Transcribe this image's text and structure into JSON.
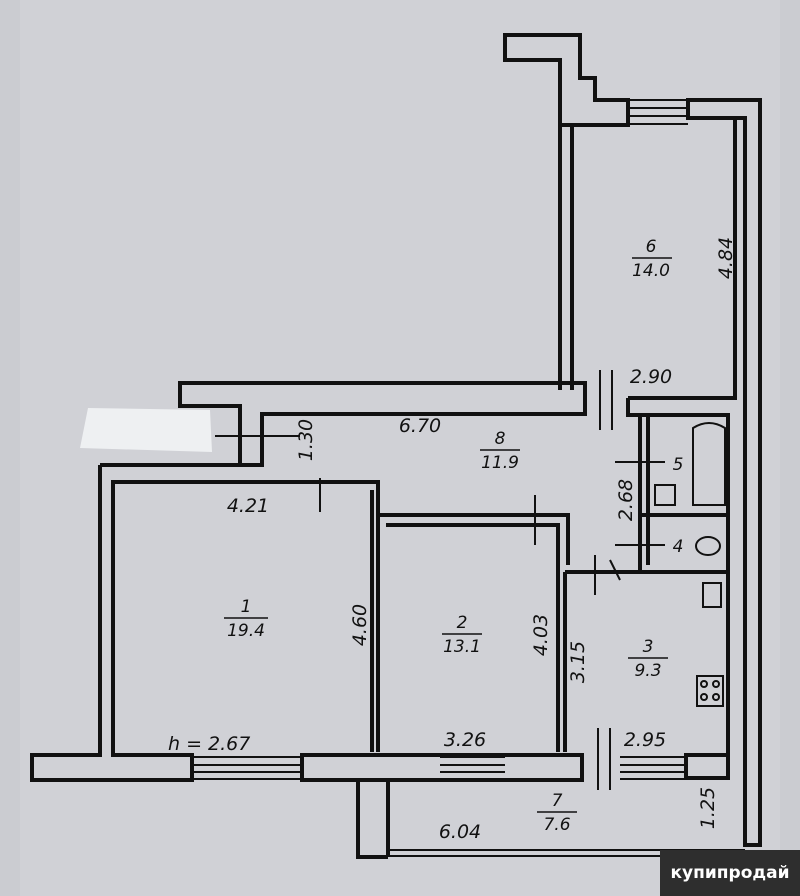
{
  "rooms": [
    {
      "number": "1",
      "area": "19.4"
    },
    {
      "number": "2",
      "area": "13.1"
    },
    {
      "number": "3",
      "area": "9.3"
    },
    {
      "number": "4",
      "area": ""
    },
    {
      "number": "5",
      "area": ""
    },
    {
      "number": "6",
      "area": "14.0"
    },
    {
      "number": "7",
      "area": "7.6"
    },
    {
      "number": "8",
      "area": "11.9"
    }
  ],
  "dimensions": {
    "d_484": "4.84",
    "d_290": "2.90",
    "d_670": "6.70",
    "d_130": "1.30",
    "d_268": "2.68",
    "d_421": "4.21",
    "d_460": "4.60",
    "d_403": "4.03",
    "d_315": "3.15",
    "ceiling_height": "h = 2.67",
    "d_326": "3.26",
    "d_295": "2.95",
    "d_125": "1.25",
    "d_604": "6.04"
  },
  "watermark": "купипродай"
}
